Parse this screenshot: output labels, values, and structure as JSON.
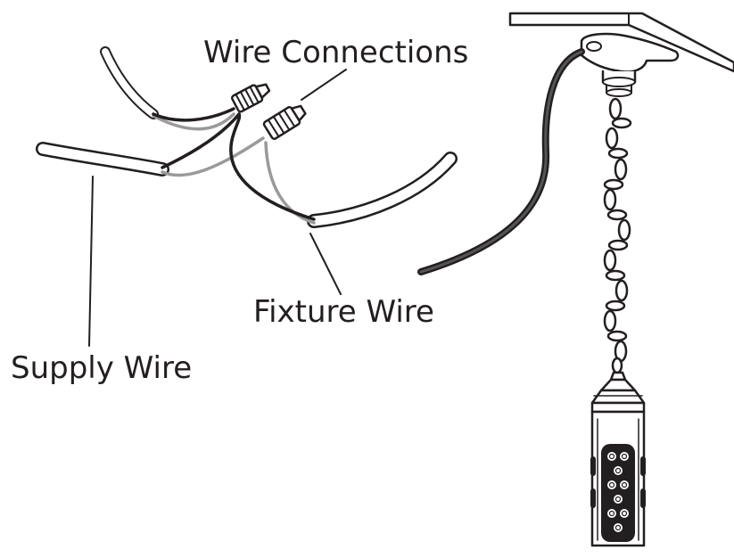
{
  "labels": {
    "wire_connections": "Wire Connections",
    "fixture_wire": "Fixture Wire",
    "supply_wire": "Supply Wire"
  },
  "colors": {
    "ink": "#231f20",
    "gray_wire": "#9a9a9a",
    "background": "#ffffff"
  }
}
